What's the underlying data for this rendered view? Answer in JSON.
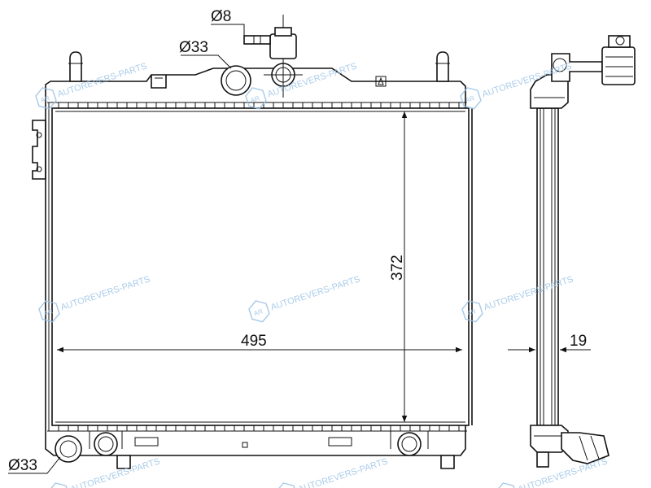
{
  "dimensions": {
    "width": "495",
    "height": "372",
    "thickness": "19",
    "inlet_diameter": "Ø33",
    "outlet_diameter": "Ø33",
    "small_pipe_diameter": "Ø8"
  },
  "watermark": {
    "text": "AUTOREVERS-PARTS",
    "logo_letters": "AR",
    "color": "#9cc3e6"
  }
}
